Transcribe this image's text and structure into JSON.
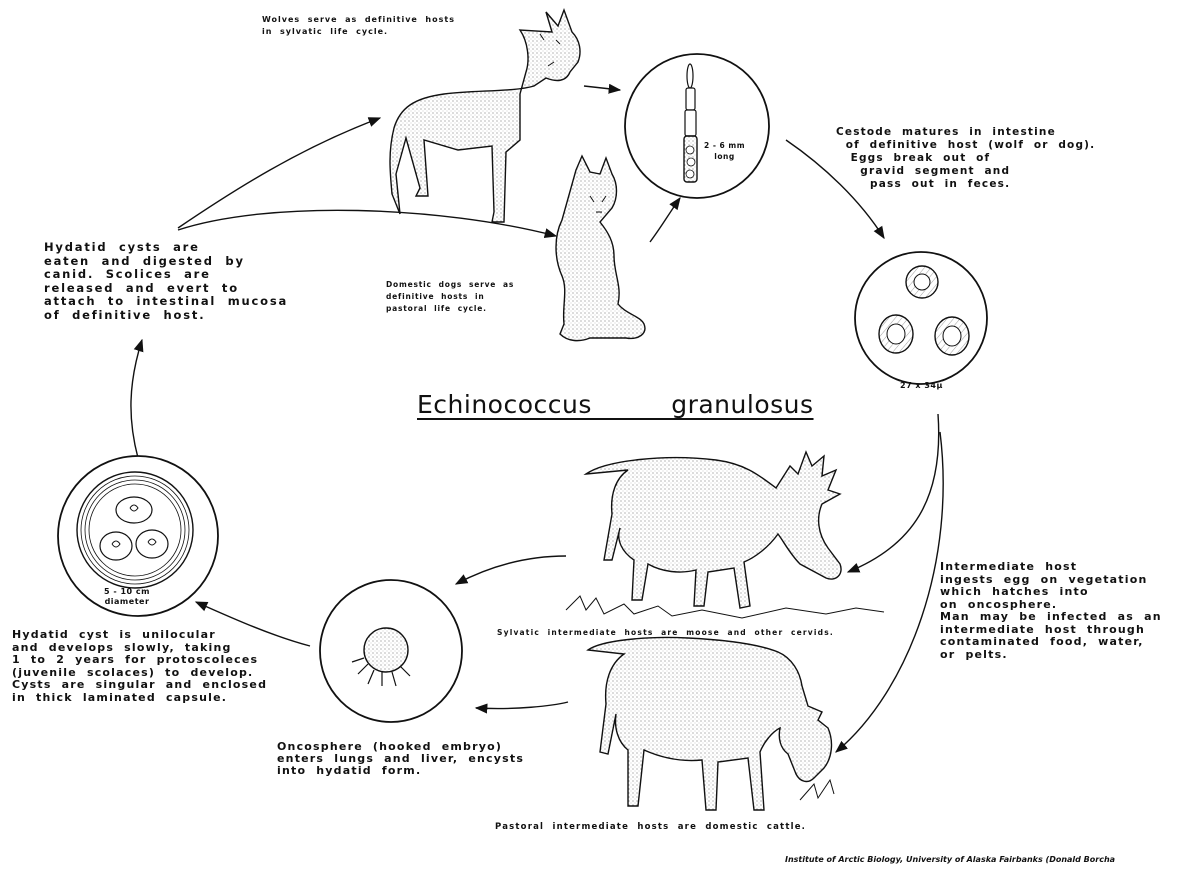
{
  "title": "Echinococcus   granulosus",
  "labels": {
    "wolves": "Wolves  serve  as  definitive  hosts\nin  sylvatic  life  cycle.",
    "domestic_dogs": "Domestic  dogs  serve  as\ndefinitive  hosts  in\npastoral  life  cycle.",
    "cestode_length": "2 - 6 mm\nlong",
    "cestode_matures": "Cestode  matures  in  intestine\n  of  definitive  host  (wolf  or  dog).\n   Eggs  break  out  of\n     gravid  segment  and\n       pass  out  in  feces.",
    "egg_size": "27 x 34µ",
    "hydatid_eaten": "Hydatid  cysts  are\neaten  and  digested  by\ncanid.  Scolices  are\nreleased  and  evert  to\nattach  to  intestinal  mucosa\nof  definitive  host.",
    "cyst_size": "5 - 10 cm\ndiameter",
    "sylvatic_hosts": "Sylvatic  intermediate  hosts  are  moose  and  other  cervids.",
    "intermediate_host": "Intermediate  host\ningests  egg  on  vegetation\nwhich  hatches  into\non  oncosphere.\nMan  may  be  infected  as  an\nintermediate  host  through\ncontaminated  food,  water,\nor  pelts.",
    "hydatid_develops": "Hydatid  cyst  is  unilocular\nand  develops  slowly,  taking\n1  to  2  years  for  protoscoleces\n(juvenile  scolaces)  to  develop.\nCysts  are  singular  and  enclosed\nin  thick  laminated  capsule.",
    "oncosphere": "Oncosphere  (hooked  embryo)\nenters  lungs  and  liver,  encysts\ninto  hydatid  form.",
    "pastoral_hosts": "Pastoral  intermediate  hosts  are  domestic  cattle.",
    "credit": "Institute of Arctic Biology, University of Alaska Fairbanks (Donald Borcha"
  },
  "illustrations": [
    "wolf-illustration",
    "dog-illustration",
    "moose-illustration",
    "cow-illustration"
  ],
  "colors": {
    "ink": "#111111",
    "background": "#ffffff"
  }
}
